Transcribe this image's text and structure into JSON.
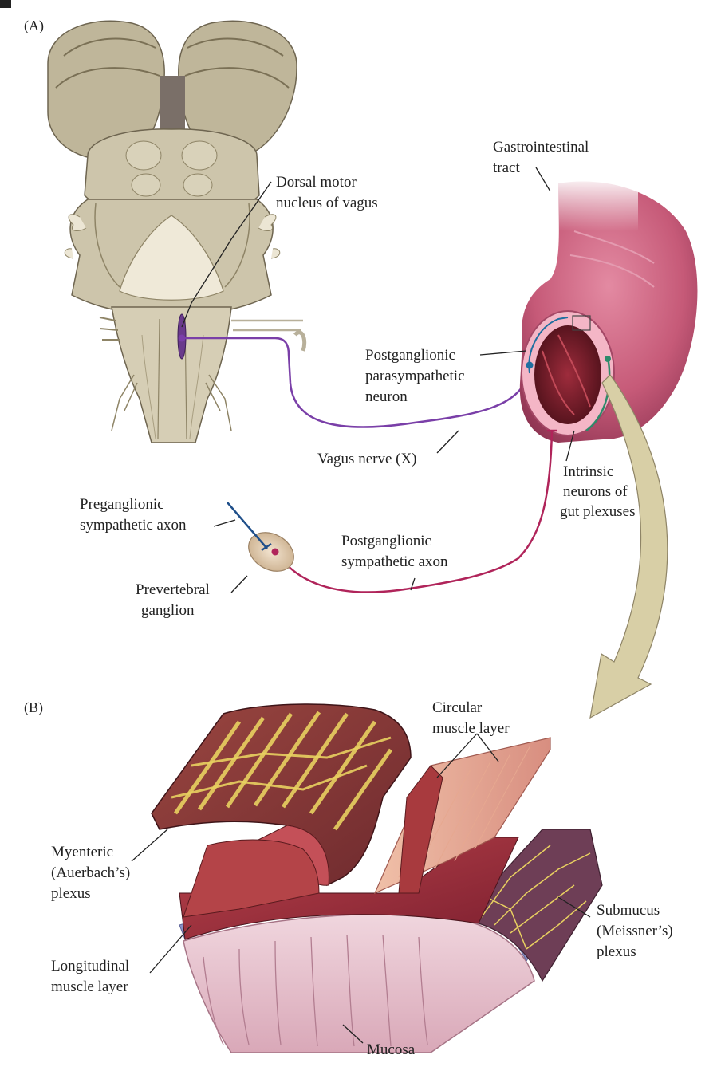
{
  "panels": {
    "a": "(A)",
    "b": "(B)"
  },
  "labels": {
    "dorsal_motor": [
      "Dorsal motor",
      "nucleus of vagus"
    ],
    "gi_tract": [
      "Gastrointestinal",
      "tract"
    ],
    "postgang_para": [
      "Postganglionic",
      "parasympathetic",
      "neuron"
    ],
    "vagus": [
      "Vagus nerve (X)"
    ],
    "intrinsic": [
      "Intrinsic",
      "neurons of",
      "gut plexuses"
    ],
    "pregang_symp": [
      "Preganglionic",
      "sympathetic axon"
    ],
    "postgang_symp": [
      "Postganglionic",
      "sympathetic axon"
    ],
    "prevertebral": [
      "Prevertebral",
      "ganglion"
    ],
    "circular": [
      "Circular",
      "muscle layer"
    ],
    "myenteric": [
      "Myenteric",
      "(Auerbach’s)",
      "plexus"
    ],
    "submucus": [
      "Submucus",
      "(Meissner’s)",
      "plexus"
    ],
    "longitudinal": [
      "Longitudinal",
      "muscle layer"
    ],
    "mucosa": [
      "Mucosa"
    ]
  },
  "colors": {
    "brainstem": "#cdc5ab",
    "brainstem_shadow": "#8e8466",
    "vagus_nerve": "#7a3fa8",
    "sympathetic_axon": "#b0245a",
    "preganglionic_axon": "#1f4f8a",
    "intrinsic_neuron": "#2e8a6a",
    "gut": "#c65a78",
    "gut_lumen": "#7a1e2a",
    "muscle": "#8c3a3a",
    "plexus": "#e8d060",
    "mucosa": "#e8c8d2",
    "arrow": "#d8cfa6"
  }
}
